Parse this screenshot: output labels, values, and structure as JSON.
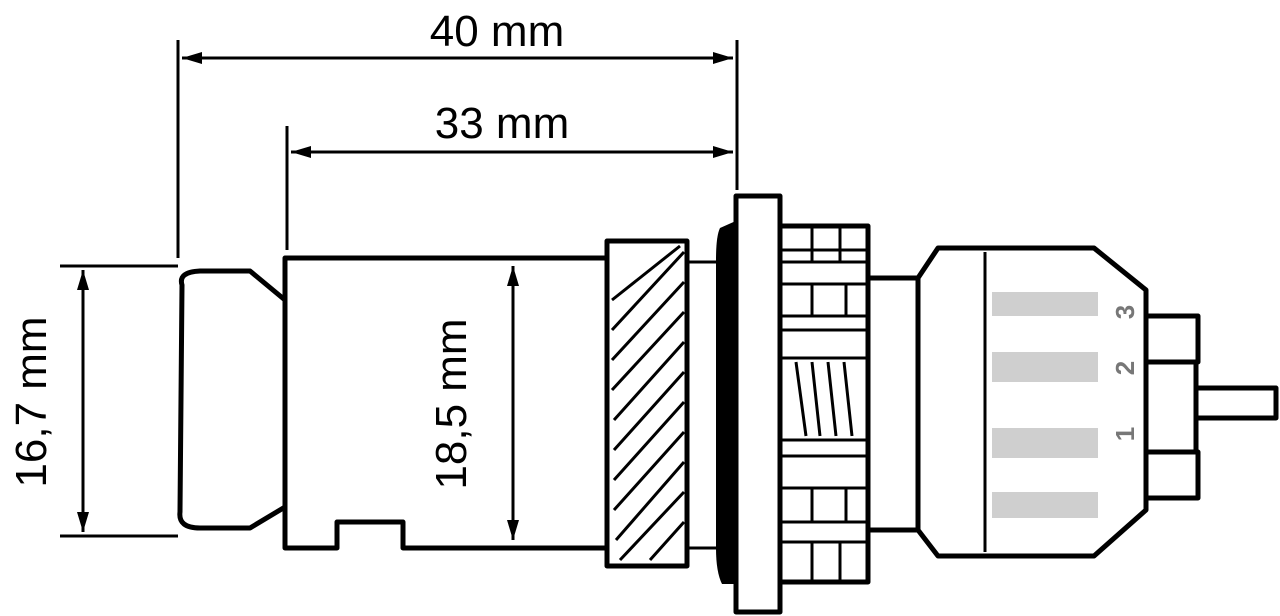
{
  "dimensions": {
    "overall_length": "40 mm",
    "body_length": "33 mm",
    "head_height": "16,7 mm",
    "body_diameter": "18,5 mm"
  },
  "ring_labels": [
    "3",
    "2",
    "1"
  ],
  "colors": {
    "line": "#000000",
    "background": "#ffffff",
    "ring_band": "#cfcfcf",
    "ring_number": "#777777"
  }
}
